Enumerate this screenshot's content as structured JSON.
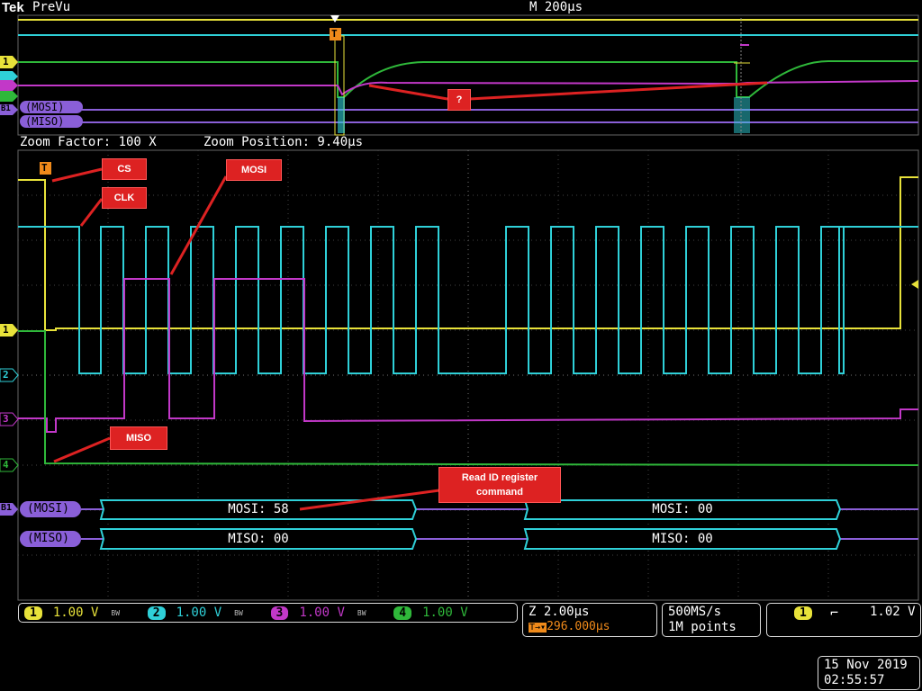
{
  "header": {
    "brand": "Tek",
    "mode": "PreVu",
    "timebase": "M 200µs"
  },
  "zoom": {
    "factor_label": "Zoom Factor: 100 X",
    "position_label": "Zoom Position: 9.40µs"
  },
  "bus_labels": {
    "b1": "B1",
    "mosi": "(MOSI)",
    "miso": "(MISO)"
  },
  "channel_markers": [
    "1",
    "2",
    "3",
    "4"
  ],
  "decode": {
    "mosi_packets": [
      "MOSI: 58",
      "MOSI: 00"
    ],
    "miso_packets": [
      "MISO: 00",
      "MISO: 00"
    ]
  },
  "annotations": {
    "cs": "CS",
    "clk": "CLK",
    "mosi": "MOSI",
    "miso": "MISO",
    "question": "?",
    "read_id_line1": "Read ID register",
    "read_id_line2": "command"
  },
  "channels": [
    {
      "num": "1",
      "scale": "1.00 V",
      "color": "#e8e23a"
    },
    {
      "num": "2",
      "scale": "1.00 V",
      "color": "#2fd0d8"
    },
    {
      "num": "3",
      "scale": "1.00 V",
      "color": "#c238c8"
    },
    {
      "num": "4",
      "scale": "1.00 V",
      "color": "#2fb83a"
    }
  ],
  "bw_label": "BW",
  "horizontal": {
    "zoom_scale": "Z 2.00µs",
    "trigger_pos": "296.000µs"
  },
  "acquisition": {
    "rate": "500MS/s",
    "points": "1M points"
  },
  "trigger": {
    "channel": "1",
    "slope": "falling",
    "level": "1.02 V"
  },
  "datetime": {
    "date": "15 Nov 2019",
    "time": "02:55:57"
  },
  "trigger_marker": "T"
}
